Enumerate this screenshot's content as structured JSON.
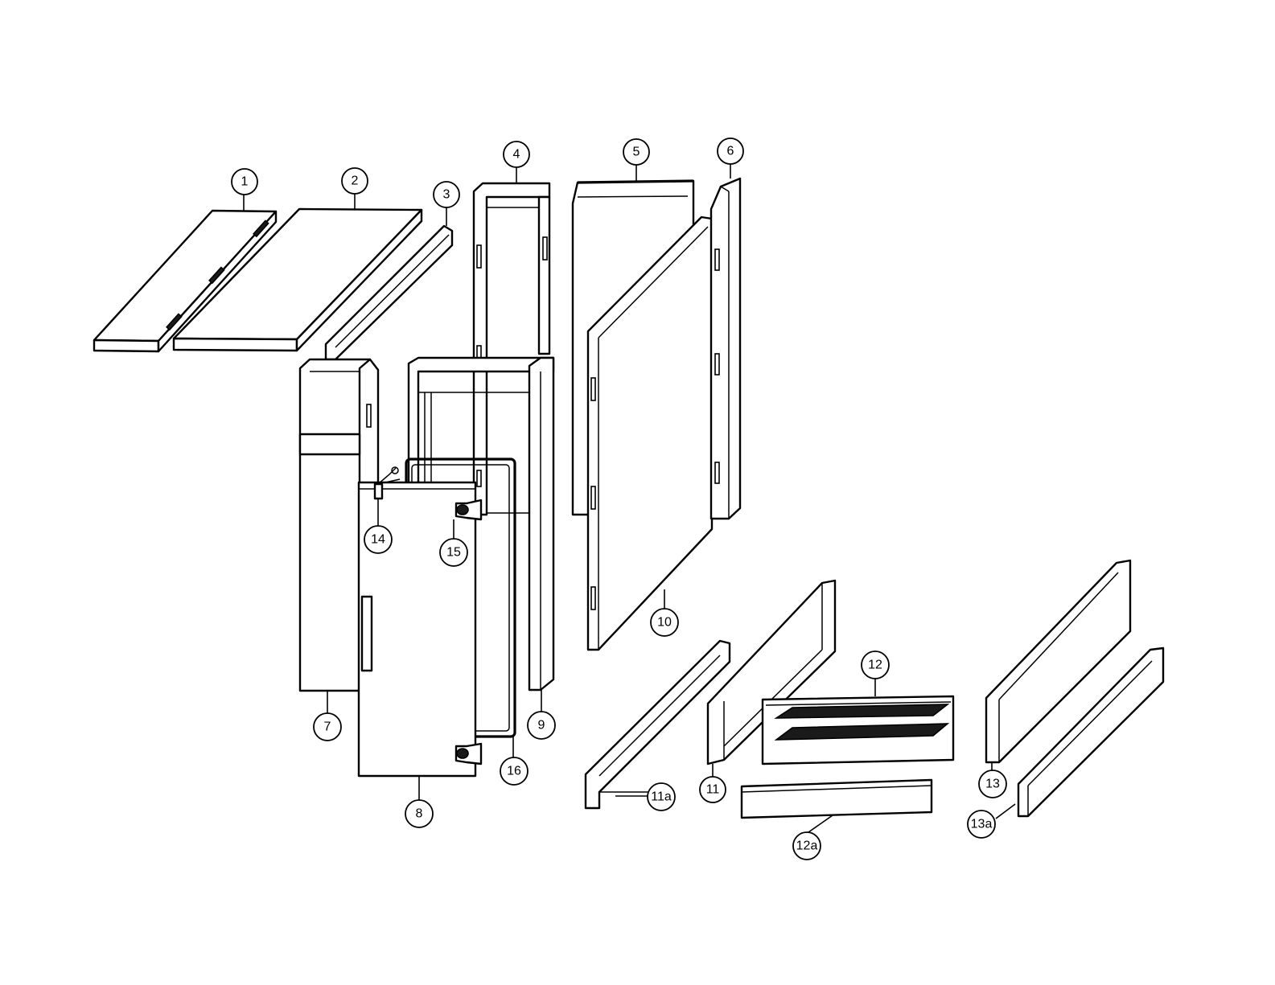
{
  "callouts": [
    {
      "id": "1",
      "label": "1"
    },
    {
      "id": "2",
      "label": "2"
    },
    {
      "id": "3",
      "label": "3"
    },
    {
      "id": "4",
      "label": "4"
    },
    {
      "id": "5",
      "label": "5"
    },
    {
      "id": "6",
      "label": "6"
    },
    {
      "id": "7",
      "label": "7"
    },
    {
      "id": "8",
      "label": "8"
    },
    {
      "id": "9",
      "label": "9"
    },
    {
      "id": "10",
      "label": "10"
    },
    {
      "id": "11",
      "label": "11"
    },
    {
      "id": "11a",
      "label": "11a"
    },
    {
      "id": "12",
      "label": "12"
    },
    {
      "id": "12a",
      "label": "12a"
    },
    {
      "id": "13",
      "label": "13"
    },
    {
      "id": "13a",
      "label": "13a"
    },
    {
      "id": "14",
      "label": "14"
    },
    {
      "id": "15",
      "label": "15"
    },
    {
      "id": "16",
      "label": "16"
    }
  ]
}
